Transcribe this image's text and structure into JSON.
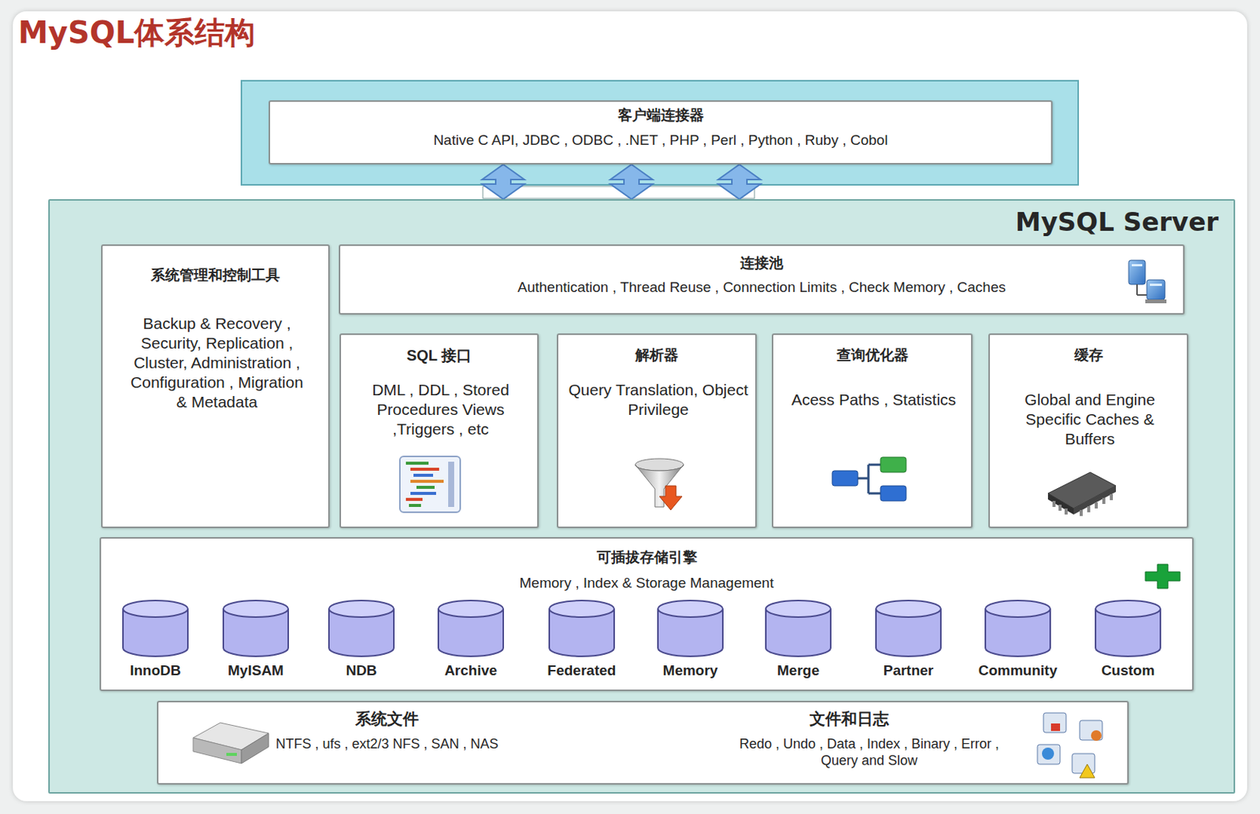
{
  "diagram": {
    "title": "MySQL体系结构",
    "nodes": [
      {
        "text": [
          "客户端连接器",
          "Native C API, JDBC , ODBC , .NET , PHP , Perl , Python , Ruby , Cobol"
        ]
      },
      {
        "text": [
          "MySQL Server"
        ]
      },
      {
        "text": [
          "系统管理和控制工具",
          "Backup & Recovery , Security, Replication , Cluster, Administration , Configuration , Migration & Metadata"
        ],
        "in": 1
      },
      {
        "text": [
          "连接池",
          "Authentication , Thread Reuse , Connection Limits , Check Memory , Caches"
        ],
        "in": 1
      },
      {
        "text": [
          "SQL 接口",
          "DML , DDL , Stored Procedures Views ,Triggers , etc"
        ],
        "in": 1
      },
      {
        "text": [
          "解析器",
          "Query Translation, Object Privilege"
        ],
        "in": 1
      },
      {
        "text": [
          "查询优化器",
          "Acess Paths , Statistics"
        ],
        "in": 1
      },
      {
        "text": [
          "缓存",
          "Global and Engine Specific Caches & Buffers"
        ],
        "in": 1
      },
      {
        "text": [
          "可插拔存储引擎",
          "Memory , Index & Storage Management"
        ],
        "in": 1
      },
      {
        "text": [
          "InnoDB"
        ],
        "in": 8
      },
      {
        "text": [
          "MyISAM"
        ],
        "in": 8
      },
      {
        "text": [
          "NDB"
        ],
        "in": 8
      },
      {
        "text": [
          "Archive"
        ],
        "in": 8
      },
      {
        "text": [
          "Federated"
        ],
        "in": 8
      },
      {
        "text": [
          "Memory"
        ],
        "in": 8
      },
      {
        "text": [
          "Merge"
        ],
        "in": 8
      },
      {
        "text": [
          "Partner"
        ],
        "in": 8
      },
      {
        "text": [
          "Community"
        ],
        "in": 8
      },
      {
        "text": [
          "Custom"
        ],
        "in": 8
      },
      {
        "text": [
          "系统文件",
          "NTFS , ufs , ext2/3 NFS , SAN , NAS",
          "文件和日志",
          "Redo , Undo , Data , Index , Binary , Error , Query and Slow"
        ],
        "in": 1
      }
    ],
    "edges": [
      {
        "from": 0,
        "to": 1,
        "arrow": "both"
      },
      {
        "from": 0,
        "to": 1,
        "arrow": "both"
      },
      {
        "from": 0,
        "to": 1,
        "arrow": "both"
      }
    ]
  }
}
